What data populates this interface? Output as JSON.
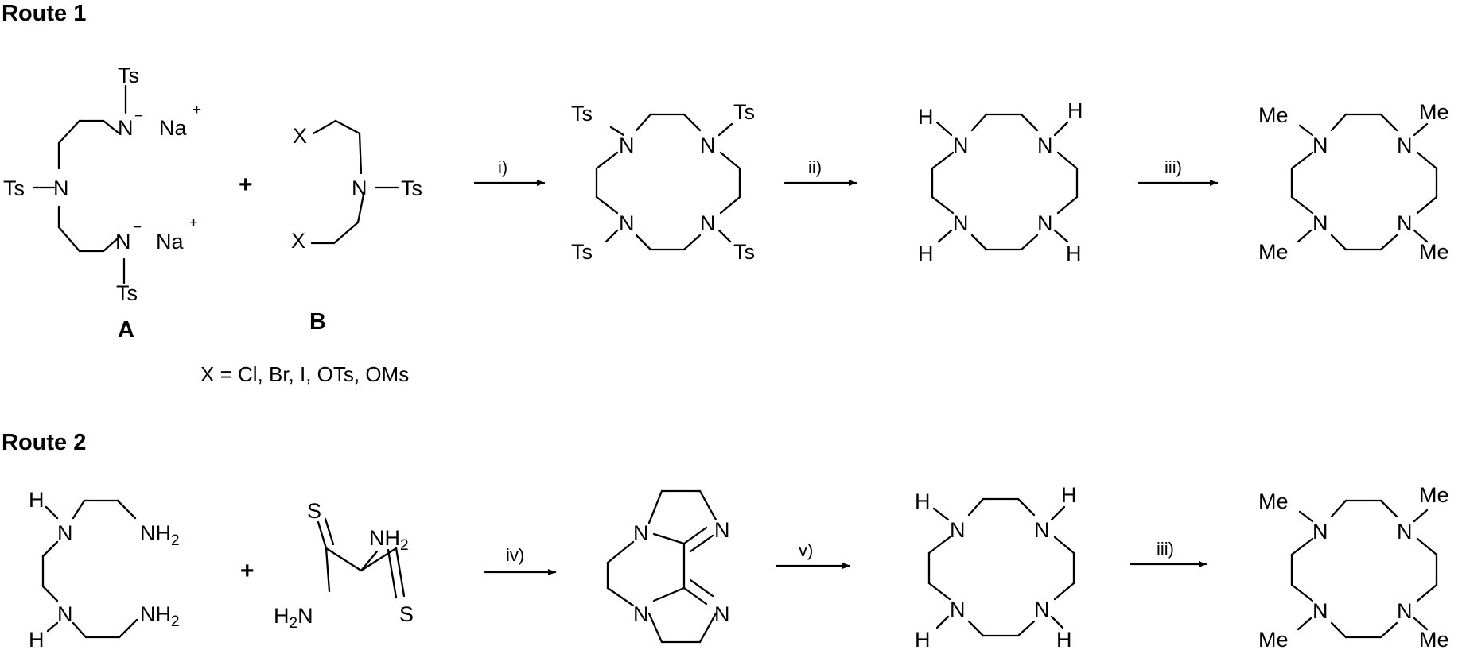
{
  "route1": {
    "title": "Route 1",
    "label_a": "A",
    "label_b": "B",
    "plus": "+",
    "x_note": "X = Cl, Br, I, OTs, OMs",
    "cond_1": "i)",
    "cond_2": "ii)",
    "cond_3": "iii)"
  },
  "route2": {
    "title": "Route 2",
    "plus": "+",
    "cond_1": "iv)",
    "cond_2": "v)",
    "cond_3": "iii)"
  },
  "atoms": {
    "ts": "Ts",
    "n": "N",
    "na": "Na",
    "plus": "+",
    "minus": "−",
    "x": "X",
    "h": "H",
    "me": "Me",
    "s": "S",
    "nh": "NH",
    "h2": "H",
    "sub2": "2"
  }
}
